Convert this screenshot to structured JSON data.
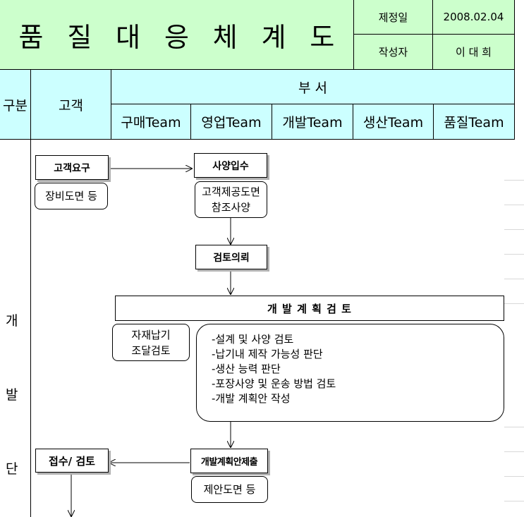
{
  "header": {
    "title_chars": [
      "품",
      "질",
      "대",
      "응",
      "체",
      "계",
      "도"
    ],
    "meta": [
      {
        "label": "제정일",
        "value": "2008.02.04"
      },
      {
        "label": "작성자",
        "value": "이 대 희"
      }
    ]
  },
  "columns": {
    "category": "구분",
    "customer": "고객",
    "department": "부 서",
    "teams": [
      "구매Team",
      "영업Team",
      "개발Team",
      "생산Team",
      "품질Team"
    ]
  },
  "phase": [
    "개",
    "발",
    "단"
  ],
  "flow": {
    "customer_request": "고객요구",
    "customer_request_note": "장비도면 등",
    "spec_receipt": "사양입수",
    "spec_receipt_note_1": "고객제공도면",
    "spec_receipt_note_2": "참조사양",
    "review_request": "검토의뢰",
    "dev_plan_review": "개 발 계 획 검 토",
    "material_note_1": "자재납기",
    "material_note_2": "조달검토",
    "review_items": [
      "-설계 및 사양 검토",
      "-납기내 제작 가능성 판단",
      "-생산 능력 판단",
      "-포장사양 및 운송 방법 검토",
      "-개발 계획안 작성"
    ],
    "plan_submit": "개발계획안제출",
    "plan_submit_note": "제안도면 등",
    "receipt_review": "접수/ 검토"
  }
}
